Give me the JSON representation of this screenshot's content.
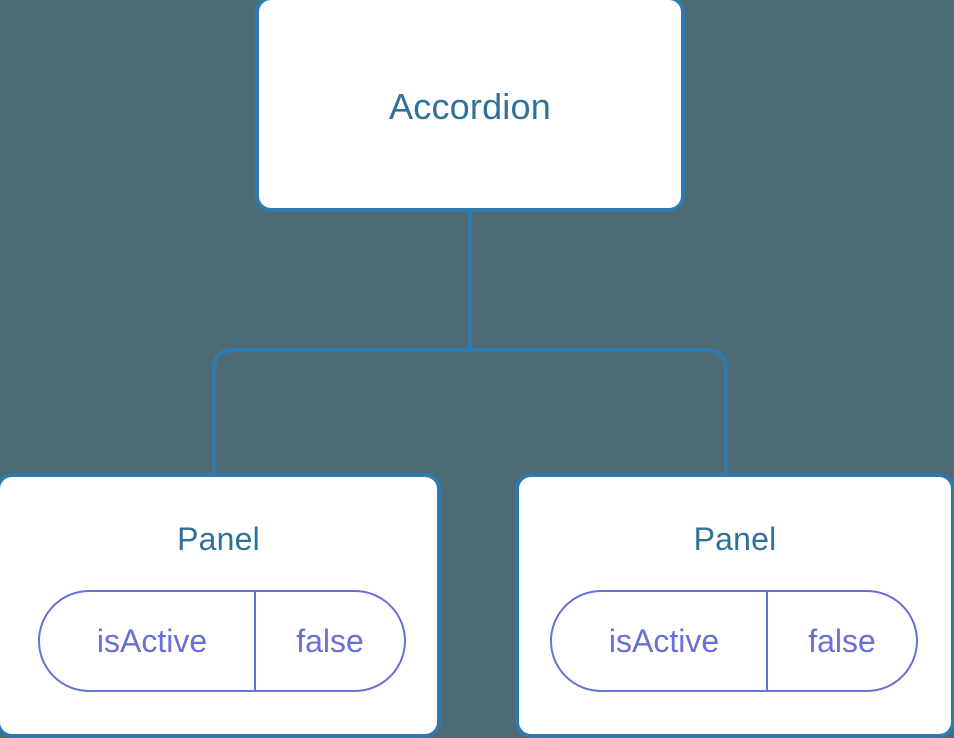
{
  "diagram": {
    "type": "component-tree",
    "background_color": "#4c6a73",
    "node_border_color": "#2e7aad",
    "node_title_color": "#2e7199",
    "prop_color": "#6670d6",
    "edge_color": "#2e7aad",
    "root": {
      "title": "Accordion"
    },
    "children": [
      {
        "title": "Panel",
        "props": [
          {
            "key": "isActive",
            "value": "false"
          }
        ]
      },
      {
        "title": "Panel",
        "props": [
          {
            "key": "isActive",
            "value": "false"
          }
        ]
      }
    ],
    "edges": [
      {
        "from": "Accordion",
        "to": "Panel"
      },
      {
        "from": "Accordion",
        "to": "Panel"
      }
    ]
  }
}
